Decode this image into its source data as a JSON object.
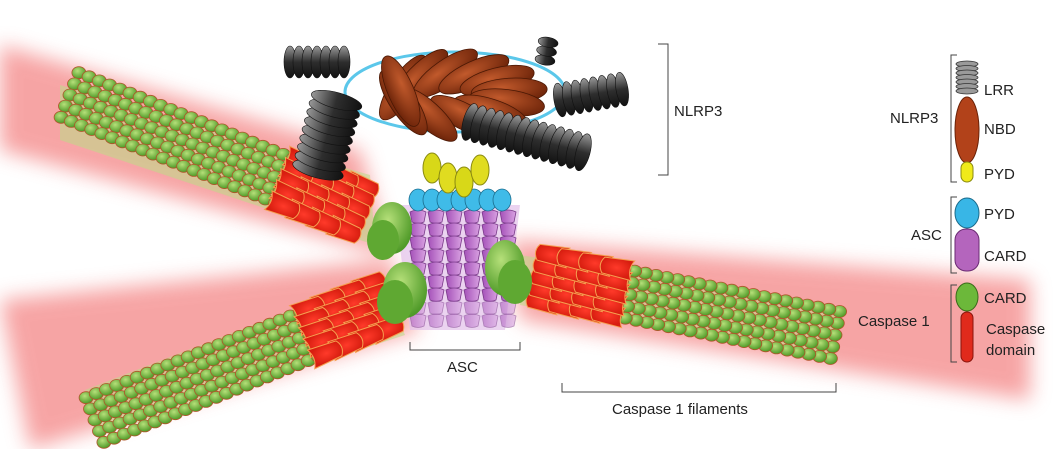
{
  "main_figure": {
    "labels": {
      "nlrp3": "NLRP3",
      "asc": "ASC",
      "caspase_filaments": "Caspase 1 filaments"
    }
  },
  "legend": {
    "groups": [
      {
        "name": "NLRP3",
        "domains": [
          "LRR",
          "NBD",
          "PYD"
        ]
      },
      {
        "name": "ASC",
        "domains": [
          "PYD",
          "CARD"
        ]
      },
      {
        "name": "Caspase 1",
        "domains": [
          "CARD",
          "Caspase",
          "domain"
        ]
      }
    ]
  },
  "colors": {
    "lrr": "#3a3a3a",
    "nbd": "#8a3212",
    "pyd_nlrp3": "#e8e41a",
    "pyd_asc": "#38b6e6",
    "card_asc": "#b060b8",
    "card_casp": "#6cb83a",
    "caspase_domain": "#e02a1c",
    "glow": "#f06060"
  }
}
